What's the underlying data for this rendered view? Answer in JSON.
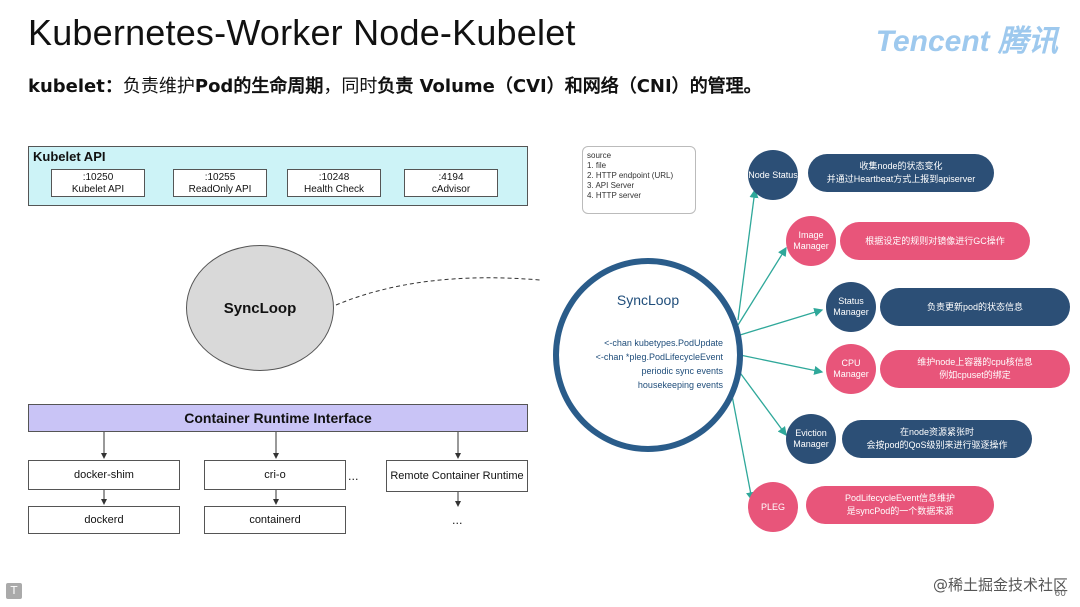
{
  "header": {
    "title": "Kubernetes-Worker Node-Kubelet",
    "logo_text": "Tencent 腾讯",
    "subtitle_parts": [
      "kubelet：",
      "负责维护",
      "Pod的生命周期",
      "，同时",
      "负责",
      " Volume（CVI）",
      "和网络（CNI）",
      "的管理。"
    ]
  },
  "kubelet_api": {
    "title": "Kubelet API",
    "ports": [
      {
        "port": ":10250",
        "name": "Kubelet API"
      },
      {
        "port": ":10255",
        "name": "ReadOnly API"
      },
      {
        "port": ":10248",
        "name": "Health Check"
      },
      {
        "port": ":4194",
        "name": "cAdvisor"
      }
    ]
  },
  "syncloop_left": "SyncLoop",
  "cri": {
    "title": "Container Runtime Interface",
    "shims": [
      "docker-shim",
      "cri-o",
      "...",
      "Remote Container Runtime"
    ],
    "runtimes": [
      "dockerd",
      "containerd",
      "..."
    ]
  },
  "source": {
    "title": "source",
    "items": [
      "1. file",
      "2. HTTP endpoint (URL)",
      "3. API Server",
      "4. HTTP server"
    ]
  },
  "syncloop_right": {
    "title": "SyncLoop",
    "lines": [
      "<-chan kubetypes.PodUpdate",
      "<-chan *pleg.PodLifecycleEvent",
      "periodic sync events",
      "housekeeping events"
    ]
  },
  "managers": [
    {
      "name": "Node Status",
      "desc": "收集node的状态变化\n并通过Heartbeat方式上报到apiserver",
      "color": "blue"
    },
    {
      "name": "Image Manager",
      "desc": "根据设定的规则对镜像进行GC操作",
      "color": "pink"
    },
    {
      "name": "Status Manager",
      "desc": "负责更新pod的状态信息",
      "color": "blue"
    },
    {
      "name": "CPU Manager",
      "desc": "维护node上容器的cpu核信息\n例如cpuset的绑定",
      "color": "pink"
    },
    {
      "name": "Eviction Manager",
      "desc": "在node资源紧张时\n会按pod的QoS级别来进行驱逐操作",
      "color": "blue"
    },
    {
      "name": "PLEG",
      "desc": "PodLifecycleEvent信息维护\n是syncPod的一个数据来源",
      "color": "pink"
    }
  ],
  "colors": {
    "blue": "#2c4f76",
    "pink": "#e8557a",
    "api_bg": "#cdf3f7",
    "cri_bg": "#c9c4f6"
  },
  "footer": {
    "watermark": "@稀土掘金技术社区",
    "page": "60"
  }
}
